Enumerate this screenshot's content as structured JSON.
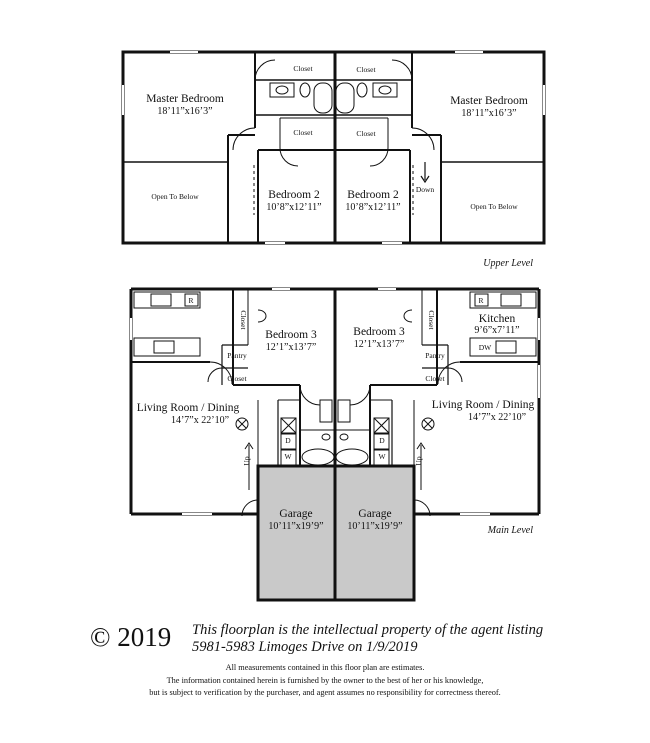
{
  "upper": {
    "label": "Upper Level",
    "left": {
      "master_name": "Master Bedroom",
      "master_dim": "18’11”x16’3”",
      "open_below": "Open To Below",
      "bed2_name": "Bedroom 2",
      "bed2_dim": "10’8”x12’11”",
      "closet1": "Closet",
      "closet2": "Closet"
    },
    "right": {
      "master_name": "Master Bedroom",
      "master_dim": "18’11”x16’3”",
      "open_below": "Open To Below",
      "bed2_name": "Bedroom 2",
      "bed2_dim": "10’8”x12’11”",
      "closet1": "Closet",
      "closet2": "Closet",
      "down": "Down"
    }
  },
  "main": {
    "label": "Main Level",
    "left": {
      "bed3_name": "Bedroom 3",
      "bed3_dim": "12’1”x13’7”",
      "living_name": "Living Room / Dining",
      "living_dim": "14’7”x 22’10”",
      "garage_name": "Garage",
      "garage_dim": "10’11”x19’9”",
      "closet": "Closet",
      "closet_v": "Closet",
      "pantry": "Pantry",
      "range": "R",
      "dryer": "D",
      "washer": "W",
      "up": "Up"
    },
    "right": {
      "bed3_name": "Bedroom 3",
      "bed3_dim": "12’1”x13’7”",
      "kitchen_name": "Kitchen",
      "kitchen_dim": "9’6”x7’11”",
      "living_name": "Living Room / Dining",
      "living_dim": "14’7”x 22’10”",
      "garage_name": "Garage",
      "garage_dim": "10’11”x19’9”",
      "closet": "Closet",
      "closet_v": "Closet",
      "pantry": "Pantry",
      "range": "R",
      "dishwasher": "DW",
      "dryer": "D",
      "washer": "W",
      "up": "Up"
    }
  },
  "footer": {
    "copyright": "© 2019",
    "notice_line1": "This floorplan is the intellectual property of the agent listing",
    "notice_line2": "5981-5983 Limoges Drive on 1/9/2019",
    "fine_line1": "All measurements contained in this floor plan are estimates.",
    "fine_line2": "The information contained herein is furnished by the owner to the best of her or his knowledge,",
    "fine_line3": "but is subject to verification by the purchaser, and agent assumes no responsibility for correctness thereof."
  }
}
